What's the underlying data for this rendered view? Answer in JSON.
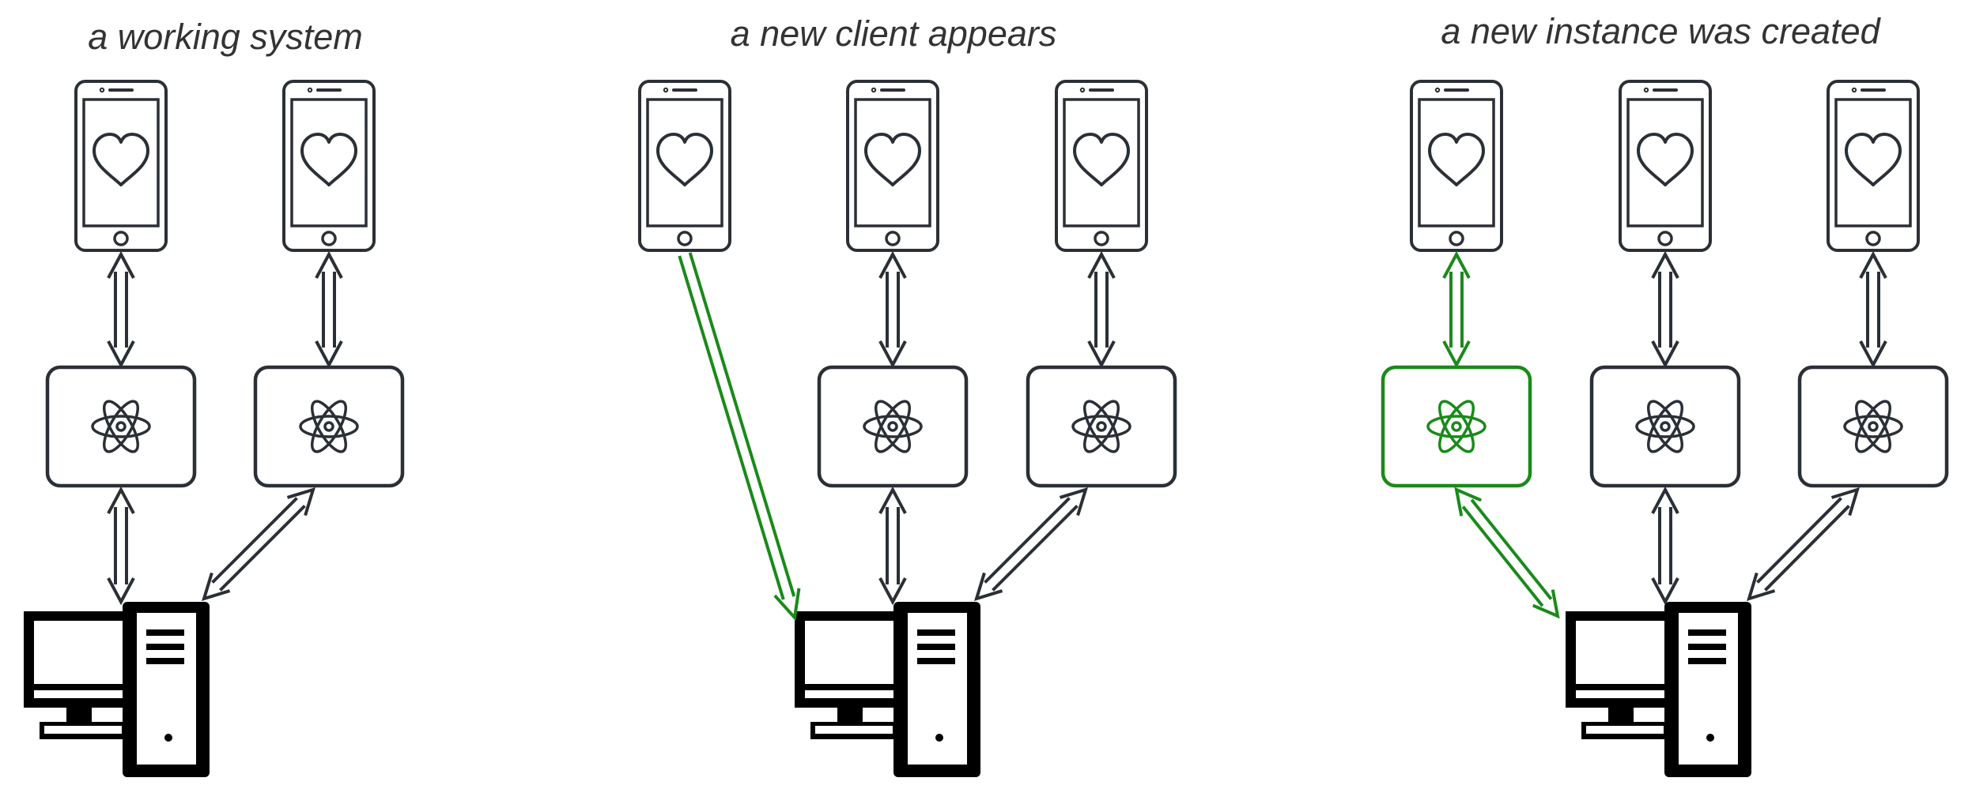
{
  "colors": {
    "default": "#2b2f36",
    "highlight": "#1a8a1a",
    "computer": "#000000",
    "background": "#ffffff"
  },
  "icons": {
    "phone": "phone-heart-icon",
    "instance": "atom-icon",
    "server": "desktop-computer-icon"
  },
  "panels": [
    {
      "title": "a working system",
      "phones": 2,
      "instances": 2,
      "new_client_direct_to_server": false,
      "new_instance": false
    },
    {
      "title": "a new client appears",
      "phones": 3,
      "instances": 2,
      "new_client_direct_to_server": true,
      "new_instance": false
    },
    {
      "title": "a new instance was created",
      "phones": 3,
      "instances": 3,
      "new_client_direct_to_server": false,
      "new_instance": true
    }
  ]
}
